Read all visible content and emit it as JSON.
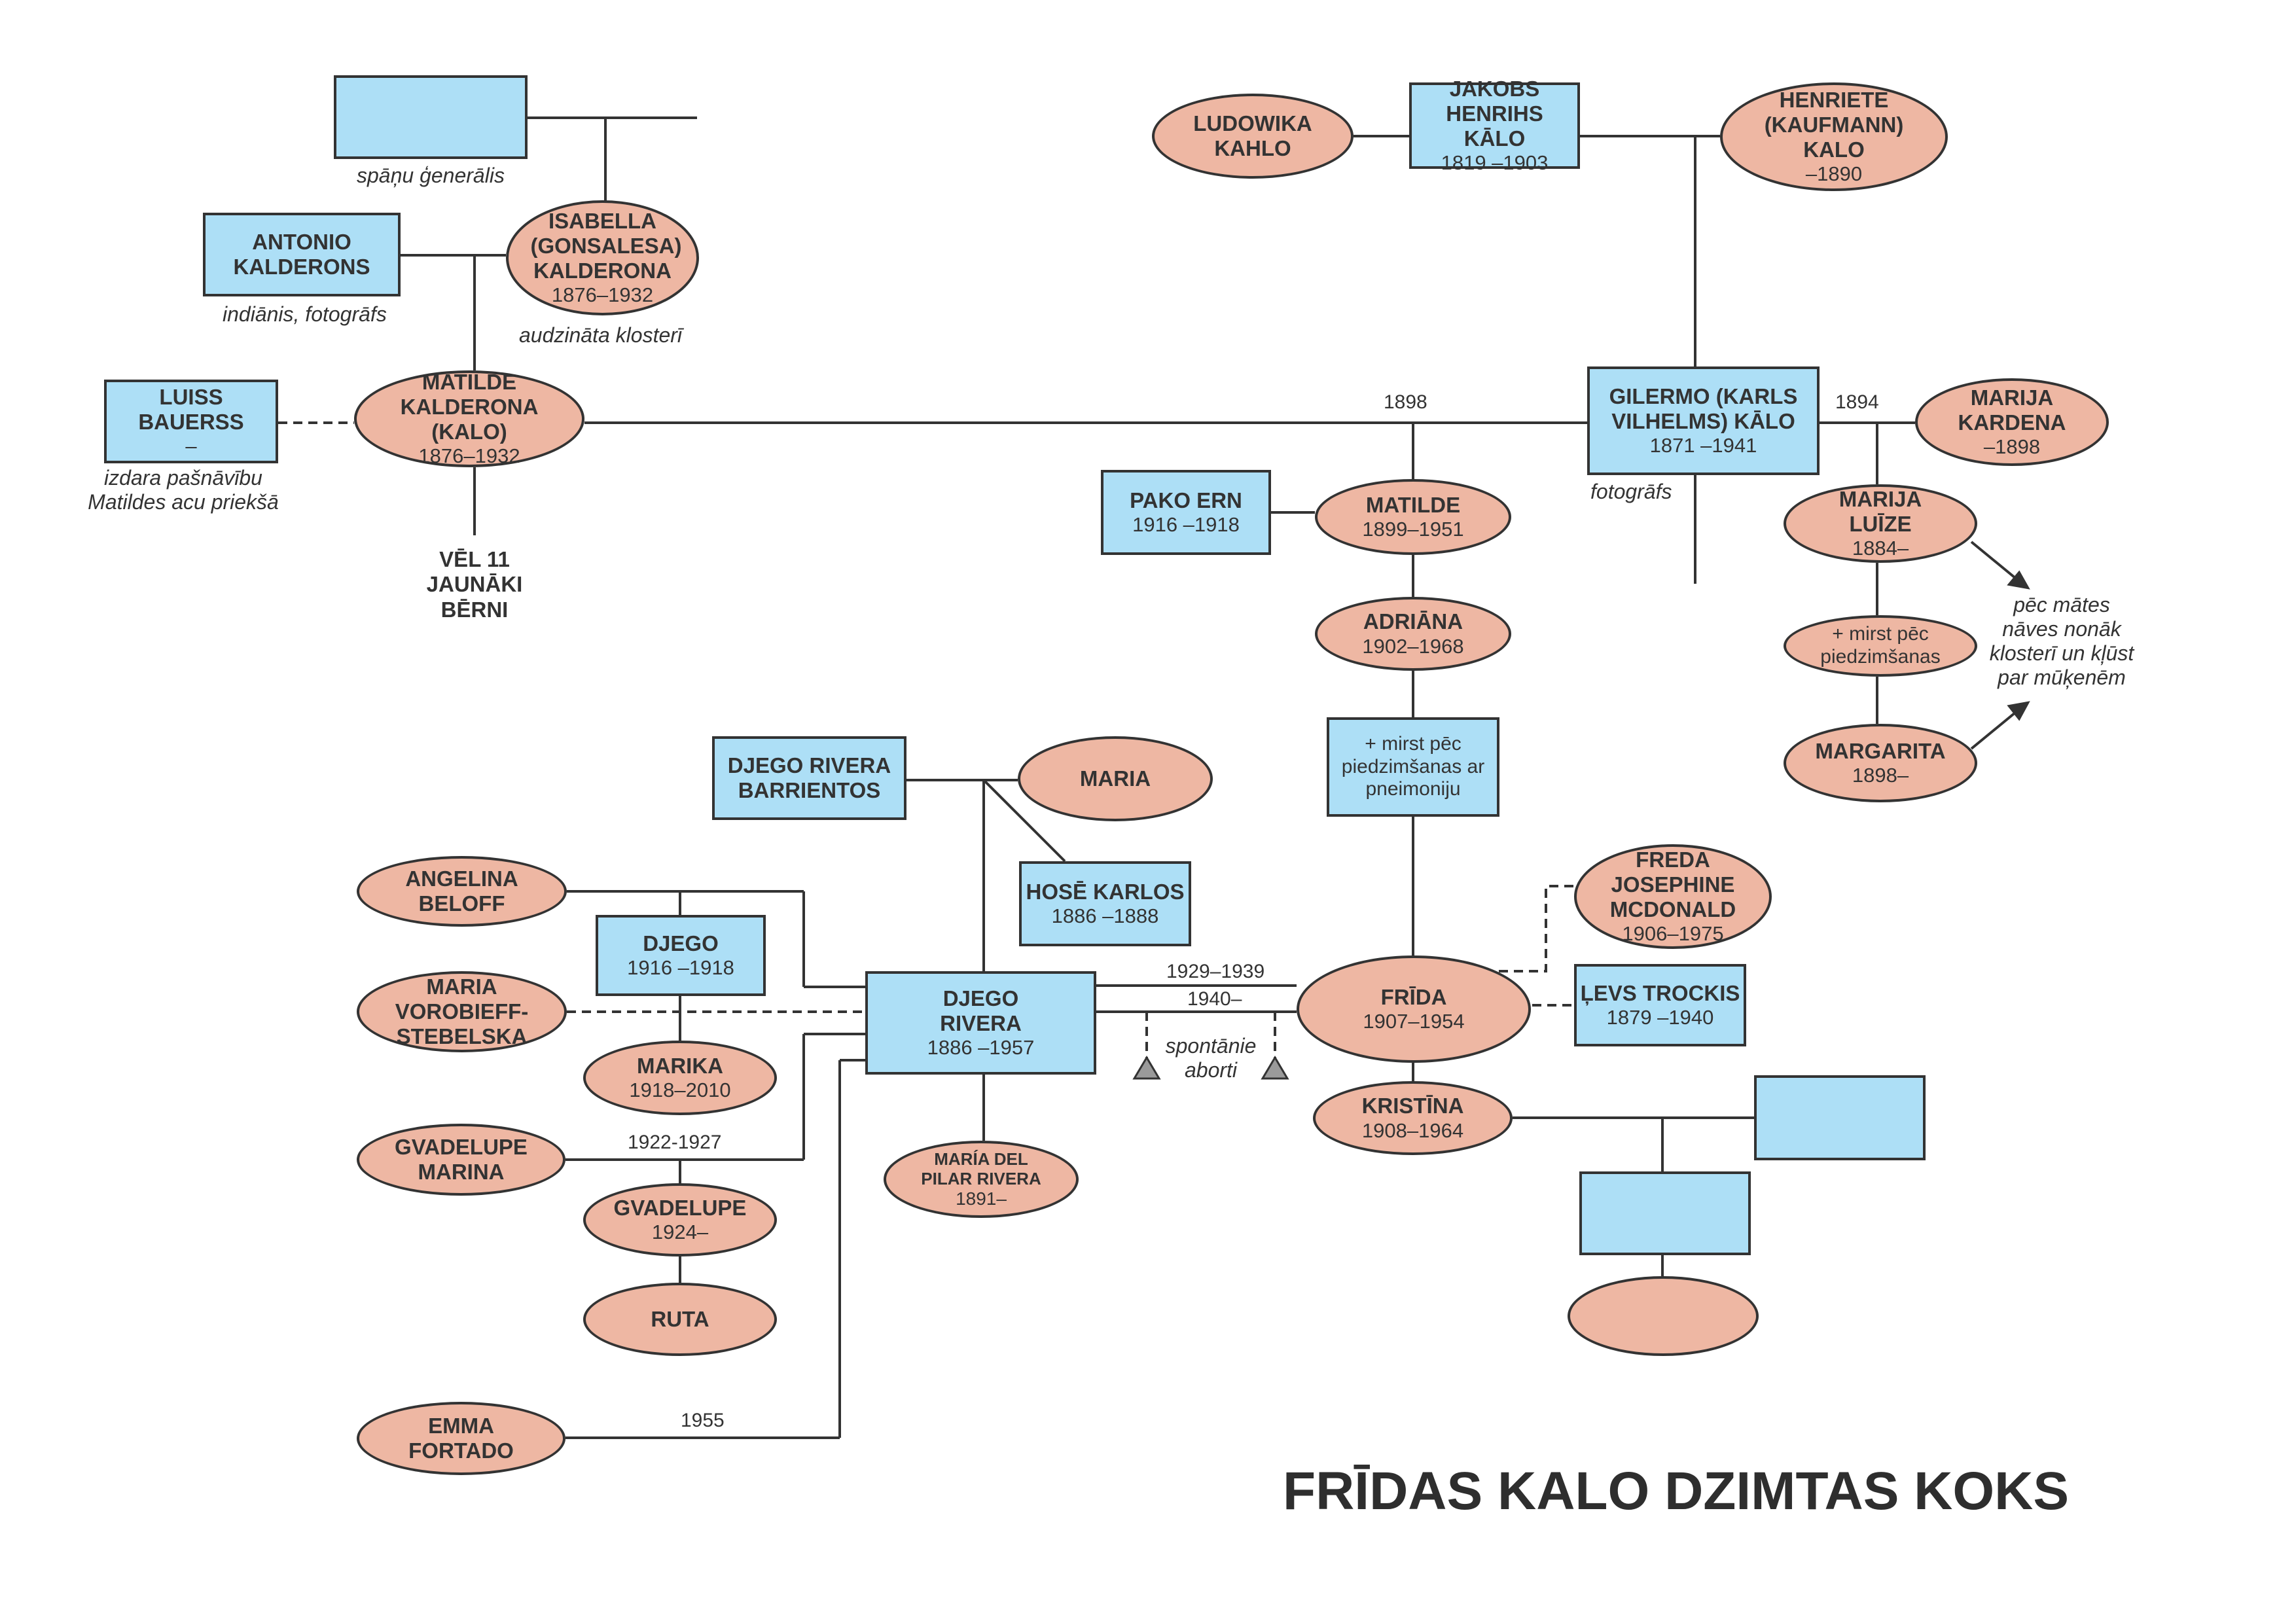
{
  "title": "FRĪDAS KALO DZIMTAS KOKS",
  "colors": {
    "male_box": "#ADDFF6",
    "female_oval": "#EEB7A3",
    "line": "#333333"
  },
  "people": {
    "unknown_general": {
      "name": "",
      "dates": ""
    },
    "antonio": {
      "name": "ANTONIO KALDERONS",
      "dates": ""
    },
    "isabella": {
      "name": "ISABELLA (GONSALESA) KALDERONA",
      "dates": "1876–1932"
    },
    "luiss": {
      "name": "LUISS BAUERSS",
      "dates": "–"
    },
    "matilde_k": {
      "name": "MATILDE KALDERONA (KALO)",
      "dates": "1876–1932"
    },
    "ludowika": {
      "name": "LUDOWIKA KAHLO",
      "dates": ""
    },
    "jakobs": {
      "name": "JAKOBS HENRIHS KĀLO",
      "dates": "1819 –1903"
    },
    "henriete": {
      "name": "HENRIETE (KAUFMANN) KALO",
      "dates": "–1890"
    },
    "gilermo": {
      "name": "GILERMO (KARLS VILHELMS) KĀLO",
      "dates": "1871 –1941"
    },
    "marija_k": {
      "name": "MARIJA KARDENA",
      "dates": "–1898"
    },
    "marija_l": {
      "name": "MARIJA LUĪZE",
      "dates": "1884–"
    },
    "mirst_oval": {
      "name": "+ mirst pēc piedzimšanas",
      "dates": ""
    },
    "margarita": {
      "name": "MARGARITA",
      "dates": "1898–"
    },
    "pako": {
      "name": "PAKO ERN",
      "dates": "1916 –1918"
    },
    "matilde": {
      "name": "MATILDE",
      "dates": "1899–1951"
    },
    "adriana": {
      "name": "ADRIĀNA",
      "dates": "1902–1968"
    },
    "mirst_box": {
      "name": "+ mirst pēc piedzimšanas ar pneimoniju",
      "dates": ""
    },
    "djego_rb": {
      "name": "DJEGO RIVERA BARRIENTOS",
      "dates": ""
    },
    "maria": {
      "name": "MARIA",
      "dates": ""
    },
    "hose": {
      "name": "HOSĒ KARLOS",
      "dates": "1886 –1888"
    },
    "angelina": {
      "name": "ANGELINA BELOFF",
      "dates": ""
    },
    "djego_s": {
      "name": "DJEGO",
      "dates": "1916 –1918"
    },
    "maria_v": {
      "name": "MARIA VOROBIEFF-STEBELSKA",
      "dates": ""
    },
    "marika": {
      "name": "MARIKA",
      "dates": "1918–2010"
    },
    "djego_r": {
      "name": "DJEGO RIVERA",
      "dates": "1886 –1957"
    },
    "pilar": {
      "name": "MARÍA DEL PILAR RIVERA",
      "dates": "1891–"
    },
    "gvadelupe_m": {
      "name": "GVADELUPE MARINA",
      "dates": ""
    },
    "gvadelupe": {
      "name": "GVADELUPE",
      "dates": "1924–"
    },
    "ruta": {
      "name": "RUTA",
      "dates": ""
    },
    "emma": {
      "name": "EMMA FORTADO",
      "dates": ""
    },
    "frida": {
      "name": "FRĪDA",
      "dates": "1907–1954"
    },
    "freda": {
      "name": "FREDA JOSEPHINE MCDONALD",
      "dates": "1906–1975"
    },
    "levs": {
      "name": "ĻEVS TROCKIS",
      "dates": "1879 –1940"
    },
    "kristina": {
      "name": "KRISTĪNA",
      "dates": "1908–1964"
    },
    "blank_box1": {
      "name": "",
      "dates": ""
    },
    "blank_box2": {
      "name": "",
      "dates": ""
    },
    "blank_oval": {
      "name": "",
      "dates": ""
    }
  },
  "notes": {
    "general": "spāņu ģenerālis",
    "antonio": "indiānis, fotogrāfs",
    "isabella": "audzināta klosterī",
    "luiss": "izdara pašnāvību Matildes acu priekšā",
    "gilermo": "fotogrāfs",
    "nuns": "pēc mātes nāves nonāk klosterī un kļūst par mūķenēm",
    "abort": "spontānie aborti"
  },
  "other_text": {
    "siblings": "VĒL 11 JAUNĀKI BĒRNI"
  },
  "years": {
    "y1898": "1898",
    "y1894": "1894",
    "y1929": "1929–1939",
    "y1940": "1940–",
    "y1922": "1922-1927",
    "y1955": "1955"
  }
}
